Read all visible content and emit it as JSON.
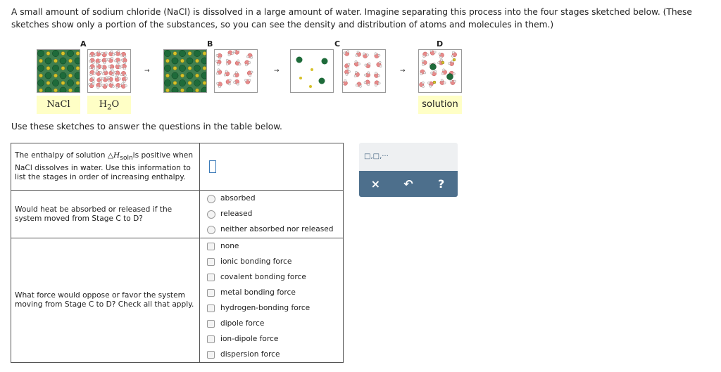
{
  "intro_text": "A small amount of sodium chloride (NaCl)  is dissolved in a large amount of water. Imagine separating this process into the four stages sketched below. (These sketches show only a portion of the substances, so you can see the density and distribution of atoms and molecules in them.)",
  "stages": {
    "a": "A",
    "b": "B",
    "c": "C",
    "d": "D"
  },
  "arrow": "→",
  "labels": {
    "nacl": "NaCl",
    "h2o_main": "H",
    "h2o_sub": "2",
    "h2o_end": "O",
    "solution": "solution"
  },
  "instructions": "Use these sketches to answer the questions in the table below.",
  "questions": {
    "q1_part1": "The enthalpy of solution ",
    "q1_symbol": "△H",
    "q1_sub": "soln",
    "q1_part2": "is positive when NaCl dissolves in water. Use this information to list the stages in order of increasing enthalpy.",
    "q2": "Would heat be absorbed or released if the system moved from Stage C to D?",
    "q3": "What force would oppose or favor the system moving from Stage C to D? Check all that apply."
  },
  "radio_options": [
    "absorbed",
    "released",
    "neither absorbed nor released"
  ],
  "check_options": [
    "none",
    "ionic bonding force",
    "covalent bonding force",
    "metal bonding force",
    "hydrogen-bonding force",
    "dipole force",
    "ion-dipole force",
    "dispersion force"
  ],
  "toolbox": {
    "symbols": "□,□,···",
    "clear": "×",
    "undo": "↶",
    "help": "?"
  },
  "colors": {
    "label_bg": "#ffffc6",
    "toolbar": "#4d6f8c",
    "sodium": "#d6c12a",
    "chloride": "#1e6b3a",
    "water_o": "#e88a8a"
  }
}
